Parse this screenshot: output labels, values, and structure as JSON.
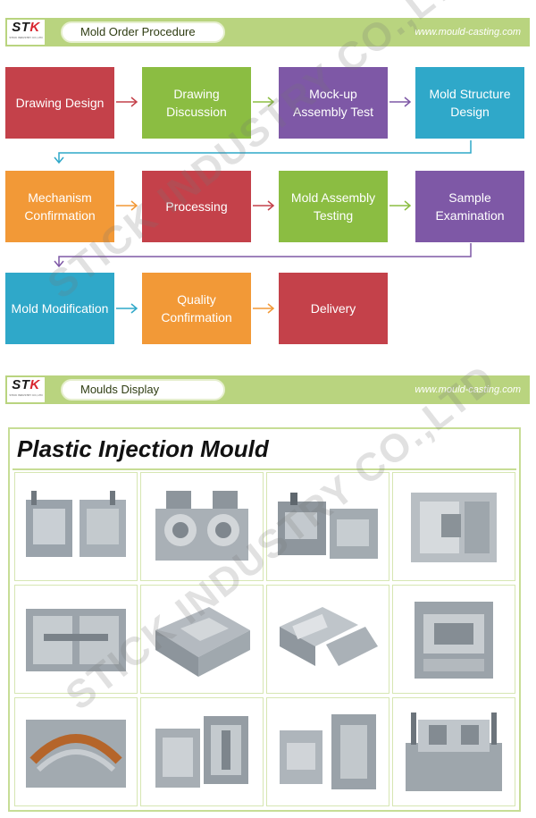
{
  "header": {
    "logo_text": "STK",
    "logo_subtext": "STICK INDUSTRY CO.,LTD",
    "title": "Mold Order Procedure",
    "website": "www.mould-casting.com"
  },
  "procedure": {
    "steps": [
      {
        "label": "Drawing Design",
        "color": "#c4414a"
      },
      {
        "label": "Drawing Discussion",
        "color": "#8bbd42"
      },
      {
        "label": "Mock-up Assembly Test",
        "color": "#7e58a6"
      },
      {
        "label": "Mold Structure Design",
        "color": "#2fa8c9"
      },
      {
        "label": "Mechanism Confirmation",
        "color": "#f29937"
      },
      {
        "label": "Processing",
        "color": "#c4414a"
      },
      {
        "label": "Mold Assembly Testing",
        "color": "#8bbd42"
      },
      {
        "label": "Sample Examination",
        "color": "#7e58a6"
      },
      {
        "label": "Mold Modification",
        "color": "#2fa8c9"
      },
      {
        "label": "Quality Confirmation",
        "color": "#f29937"
      },
      {
        "label": "Delivery",
        "color": "#c4414a"
      }
    ]
  },
  "section2": {
    "logo_text": "STK",
    "logo_subtext": "STICK INDUSTRY CO.,LTD",
    "title": "Moulds Display",
    "website": "www.mould-casting.com"
  },
  "display": {
    "title": "Plastic Injection Mould",
    "images": [
      {
        "icon": "mould-photo-icon"
      },
      {
        "icon": "mould-photo-icon"
      },
      {
        "icon": "mould-photo-icon"
      },
      {
        "icon": "mould-photo-icon"
      },
      {
        "icon": "mould-photo-icon"
      },
      {
        "icon": "mould-photo-icon"
      },
      {
        "icon": "mould-photo-icon"
      },
      {
        "icon": "mould-photo-icon"
      },
      {
        "icon": "mould-photo-icon"
      },
      {
        "icon": "mould-photo-icon"
      },
      {
        "icon": "mould-photo-icon"
      },
      {
        "icon": "mould-photo-icon"
      }
    ]
  },
  "watermark": {
    "text": "STICK INDUSTRY CO.,LTD"
  },
  "colors": {
    "banner": "#b9d47f",
    "red": "#c4414a",
    "green": "#8bbd42",
    "purple": "#7e58a6",
    "blue": "#2fa8c9",
    "orange": "#f29937"
  }
}
